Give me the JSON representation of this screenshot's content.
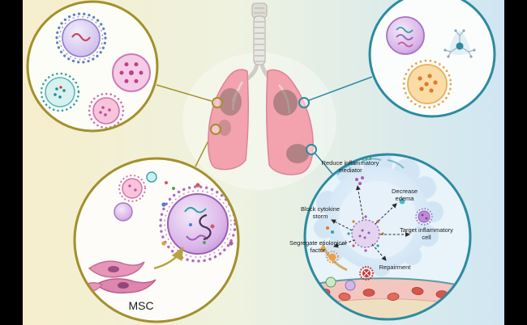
{
  "colors": {
    "background_left": "#f6eecb",
    "background_mid": "#eef2e0",
    "background_right": "#cfe6f2",
    "gold_border": "#a2902c",
    "teal_border": "#2c8ba0",
    "lung_pink": "#f2a3ae",
    "lung_outline": "#dd8495",
    "lesion_gray": "#6f6058",
    "alveolus_blue": "#d2e5f5",
    "vessel_pink": "#f4c6c0",
    "rbc_red": "#d4574e",
    "nanoparticle_purple": "#b98ad2",
    "virus_teal": "#2fa3a8",
    "virus_pink": "#d36fb0",
    "cell_orange": "#e8a84a",
    "msc_pink": "#e795b8",
    "pathogen_red": "#d03030",
    "letterbox": "#000000"
  },
  "panel_bottom_left": {
    "msc_label": "MSC"
  },
  "panel_bottom_right": {
    "labels": {
      "reduce_inflammatory_mediator": "Reduce inflammatory mediator",
      "decrease_edema": "Decrease edema",
      "block_cytokine_storm": "Block cytokine storm",
      "target_inflammatory_cell": "Target inflammatory cell",
      "segregate_etiological_factor": "Segregate etiological factor",
      "repairment": "Repairment"
    }
  },
  "icons": {
    "top_left_panel": [
      "lipid-nanoparticle-rna",
      "polymer-nanoparticle-pink",
      "virus-like-particle-teal",
      "virus-like-particle-pink"
    ],
    "top_right_panel": [
      "rna-nanoparticle-purple",
      "dendrimer",
      "protein-nanoparticle-orange"
    ],
    "bottom_left_panel": [
      "msc-cells",
      "membrane-coated-nanoparticle",
      "small-vesicles"
    ],
    "bottom_right_panel": [
      "alveolus",
      "nanoparticle-core",
      "blood-vessel",
      "red-blood-cells",
      "destroyed-pathogen"
    ],
    "center": [
      "trachea",
      "lungs",
      "lung-lesions",
      "connector-dots"
    ]
  }
}
